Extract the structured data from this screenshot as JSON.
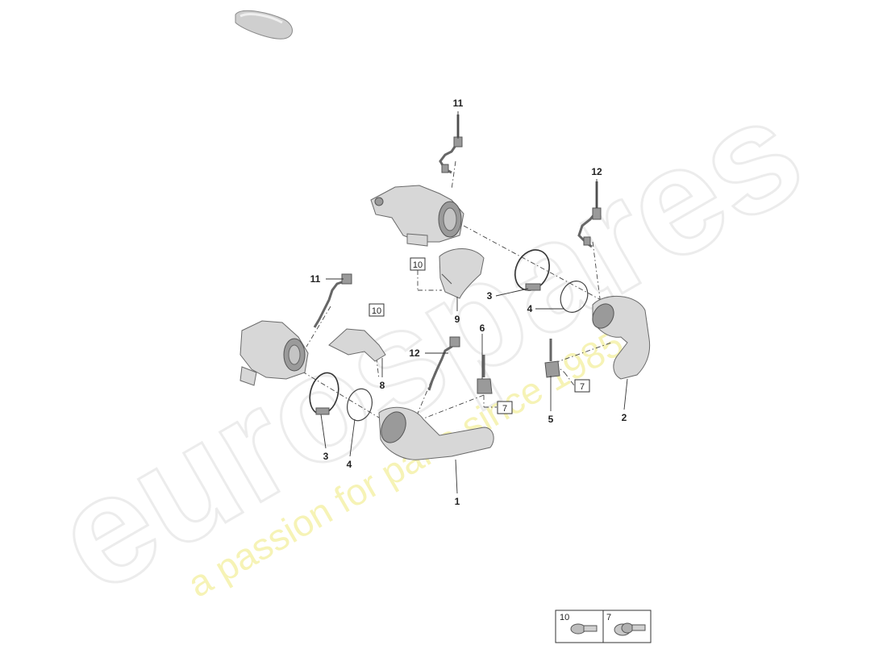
{
  "watermark": {
    "brand": "eurospares",
    "tagline": "a passion for parts since 1985"
  },
  "callouts": [
    {
      "id": "c11a",
      "text": "11"
    },
    {
      "id": "c12a",
      "text": "12"
    },
    {
      "id": "c11b",
      "text": "11"
    },
    {
      "id": "c9",
      "text": "9"
    },
    {
      "id": "c3a",
      "text": "3"
    },
    {
      "id": "c4a",
      "text": "4"
    },
    {
      "id": "c6",
      "text": "6"
    },
    {
      "id": "c12b",
      "text": "12"
    },
    {
      "id": "c8",
      "text": "8"
    },
    {
      "id": "c5",
      "text": "5"
    },
    {
      "id": "c2",
      "text": "2"
    },
    {
      "id": "c3b",
      "text": "3"
    },
    {
      "id": "c4b",
      "text": "4"
    },
    {
      "id": "c1",
      "text": "1"
    }
  ],
  "boxed_refs": [
    {
      "id": "b10a",
      "text": "10"
    },
    {
      "id": "b10b",
      "text": "10"
    },
    {
      "id": "b7a",
      "text": "7"
    },
    {
      "id": "b7b",
      "text": "7"
    }
  ],
  "legend": {
    "items": [
      {
        "label": "10",
        "icon": "bolt-icon"
      },
      {
        "label": "7",
        "icon": "bolt-washer-icon"
      }
    ]
  }
}
